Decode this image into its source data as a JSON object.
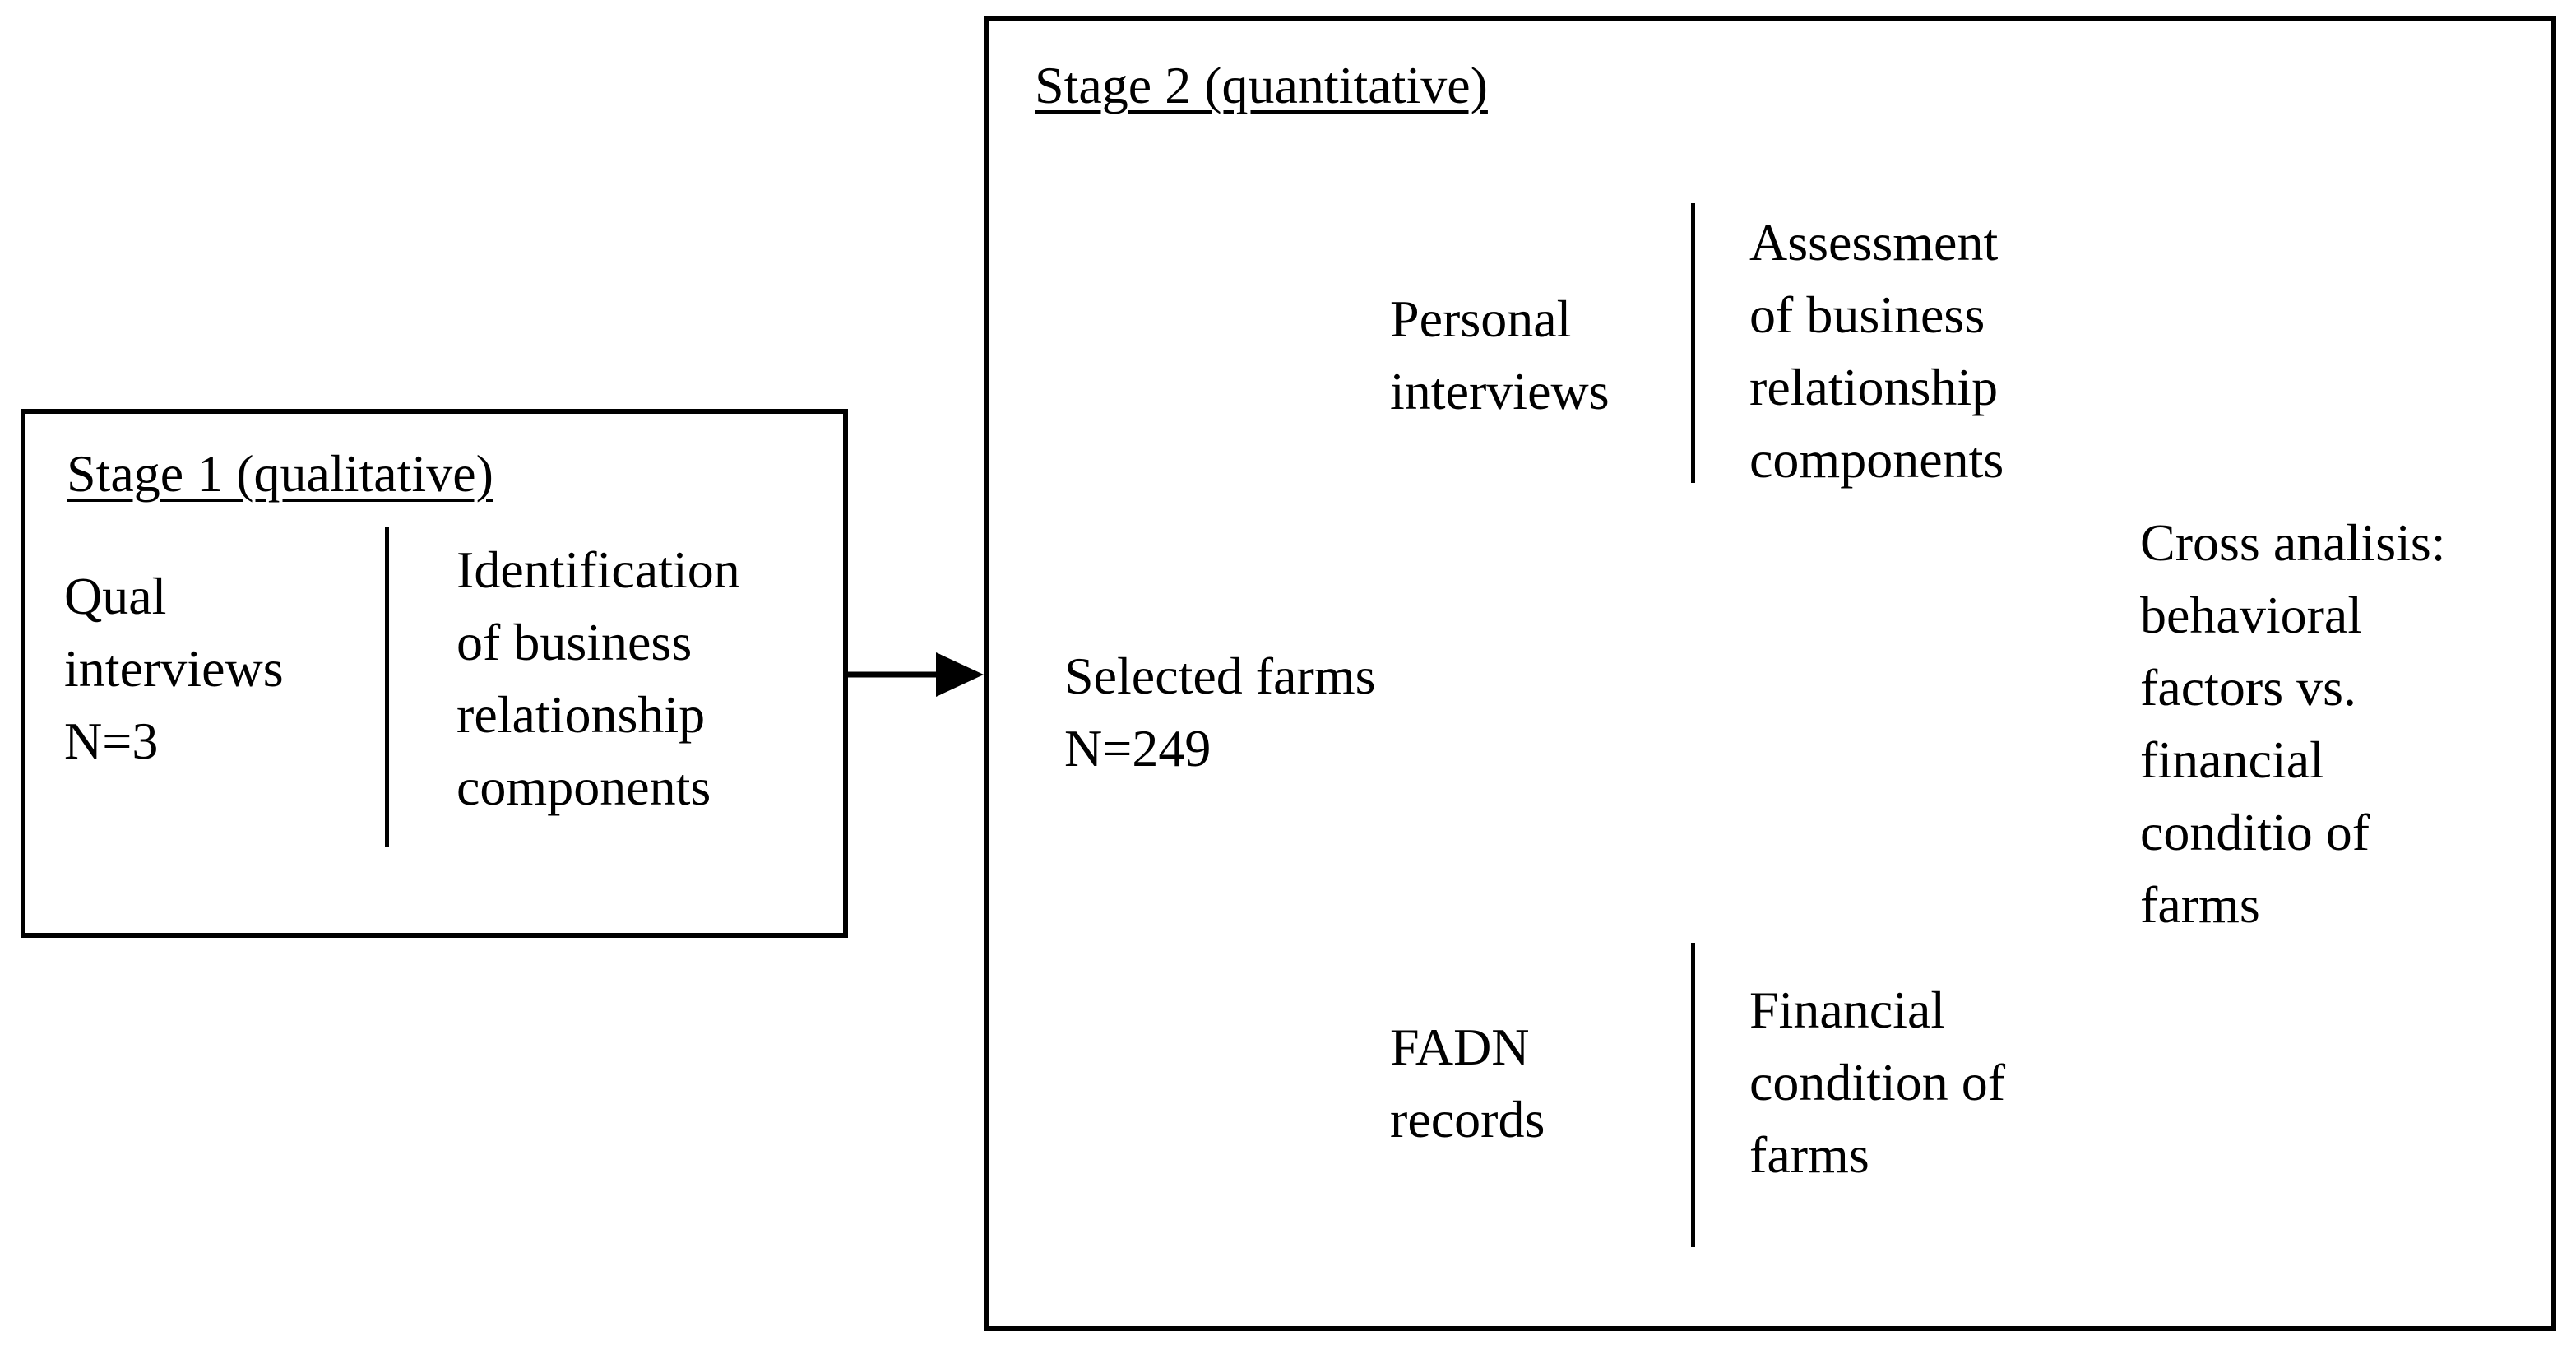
{
  "colors": {
    "ink": "#000000",
    "paper": "#ffffff"
  },
  "stage1": {
    "title": "Stage 1 (qualitative)",
    "qual_interviews": "Qual\ninterviews\nN=3",
    "identification": "Identification\nof business\nrelationship\ncomponents"
  },
  "stage2": {
    "title": "Stage 2 (quantitative)",
    "selected_farms": "Selected farms\nN=249",
    "personal_interviews": "Personal\ninterviews",
    "assessment": "Assessment\nof business\nrelationship\ncomponents",
    "fadn_records": "FADN\nrecords",
    "financial_condition": "Financial\ncondition of\nfarms",
    "cross_analysis": "Cross analisis:\nbehavioral\nfactors vs.\nfinancial\nconditio of\nfarms"
  }
}
